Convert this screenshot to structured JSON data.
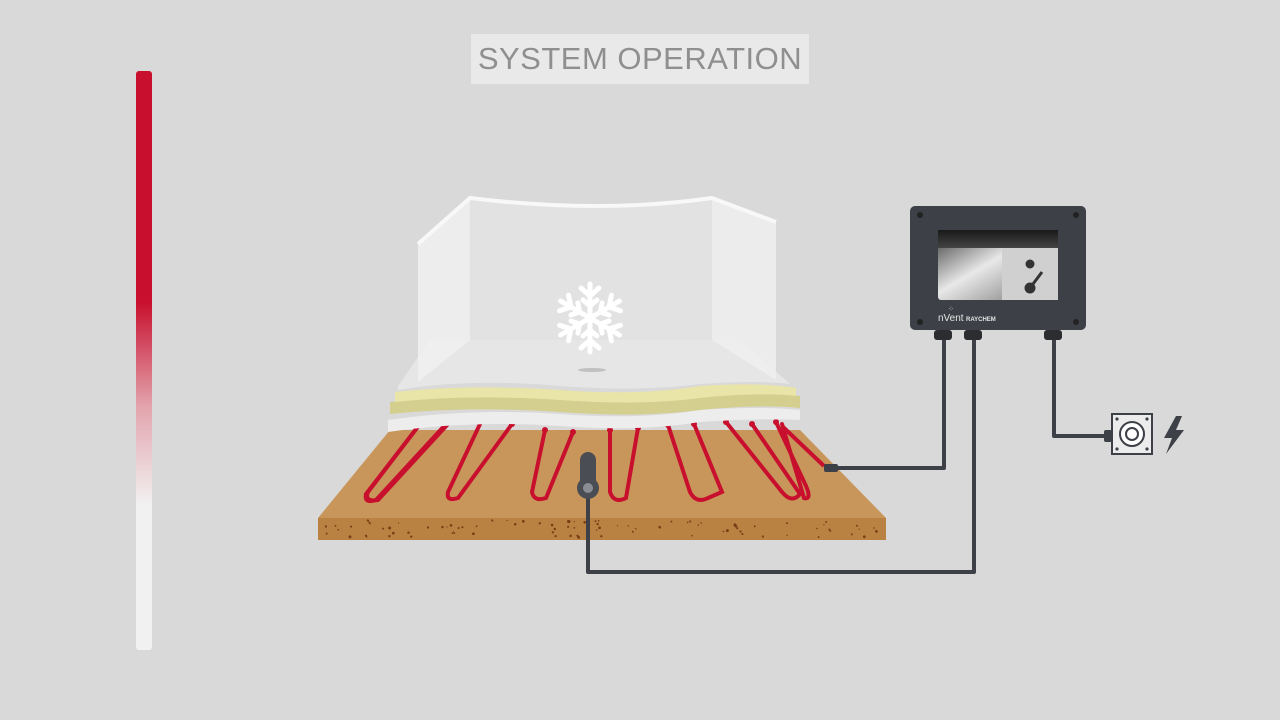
{
  "title": "SYSTEM OPERATION",
  "thermometer": {
    "level": 0.5,
    "hot_color": "#c8102e",
    "cold_color": "#f1f1f1"
  },
  "floor_icon": "snowflake-icon",
  "controller": {
    "brand_logo": "nVent RAYCHEM",
    "switch_icon": "switch-icon"
  },
  "power": {
    "outlet_icon": "power-outlet-icon",
    "symbol_icon": "lightning-bolt-icon"
  },
  "colors": {
    "background": "#d9d9d9",
    "heating_cable": "#c8102e",
    "subfloor": "#c8965a",
    "controller_body": "#3d4046",
    "wire": "#3d4046"
  }
}
